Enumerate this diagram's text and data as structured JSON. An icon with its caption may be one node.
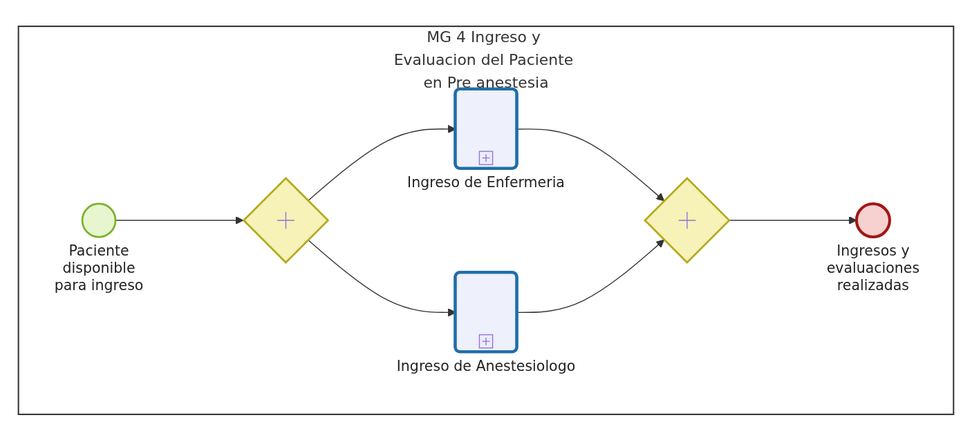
{
  "diagram": {
    "nodes": [
      {
        "text": [
          "MG 4 Ingreso y Evaluacion del Paciente en Pre anestesia"
        ]
      },
      {
        "text": [],
        "shape": "circle",
        "in": 0,
        "beside": [
          "Paciente disponible para ingreso"
        ]
      },
      {
        "text": [],
        "shape": "diamond",
        "in": 0
      },
      {
        "text": [],
        "shape": "box",
        "in": 0,
        "beside": [
          "Ingreso de Enfermeria"
        ]
      },
      {
        "text": [],
        "shape": "box",
        "in": 0,
        "beside": [
          "Ingreso de Anestesiologo"
        ]
      },
      {
        "text": [],
        "shape": "diamond",
        "in": 0
      },
      {
        "text": [],
        "shape": "circle",
        "in": 0,
        "beside": [
          "Ingresos y evaluaciones realizadas"
        ]
      }
    ],
    "edges": [
      {
        "from": 1,
        "to": 2,
        "arrow": "to"
      },
      {
        "from": 2,
        "to": 3,
        "arrow": "to"
      },
      {
        "from": 2,
        "to": 4,
        "arrow": "to"
      },
      {
        "from": 3,
        "to": 5,
        "arrow": "to"
      },
      {
        "from": 4,
        "to": 5,
        "arrow": "to"
      },
      {
        "from": 5,
        "to": 6,
        "arrow": "to"
      }
    ]
  }
}
